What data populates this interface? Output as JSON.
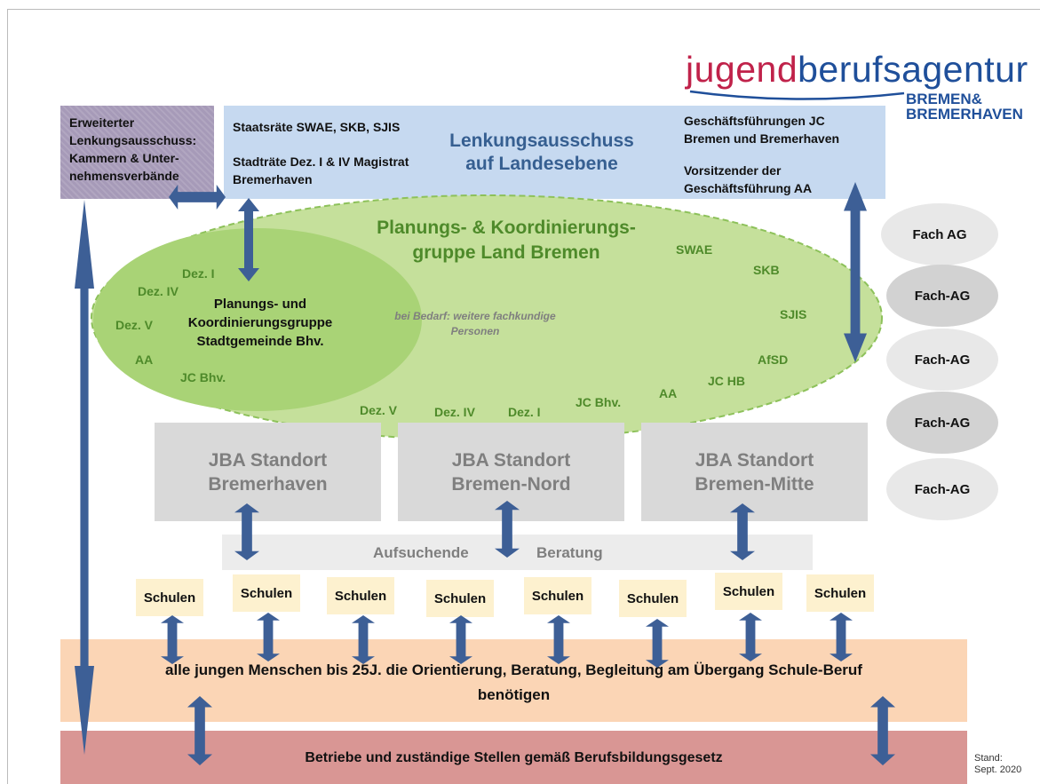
{
  "logo": {
    "part1": "jugend",
    "part2": "berufsagentur",
    "line1": "BREMEN&",
    "line2": "BREMERHAVEN"
  },
  "erweitert": {
    "line1": "Erweiterter",
    "line2": "Lenkungsausschuss:",
    "line3": "Kammern & Unter-",
    "line4": "nehmensverbände"
  },
  "lenkung": {
    "left1": "Staatsräte SWAE, SKB, SJIS",
    "left2": "Stadträte Dez. I & IV Magistrat",
    "left3": "Bremerhaven",
    "title1": "Lenkungsausschuss",
    "title2": "auf Landesebene",
    "right1": "Geschäftsführungen JC",
    "right2": "Bremen und Bremerhaven",
    "right3": "Vorsitzender der",
    "right4": "Geschäftsführung AA"
  },
  "planung": {
    "title1": "Planungs- & Koordinierungs-",
    "title2": "gruppe Land Bremen",
    "inner1": "Planungs- und",
    "inner2": "Koordinierungsgruppe",
    "inner3": "Stadtgemeinde Bhv.",
    "bedarf1": "bei Bedarf: weitere fachkundige",
    "bedarf2": "Personen",
    "bhv_labels": [
      "Dez. I",
      "Dez. IV",
      "Dez. V",
      "AA",
      "JC Bhv."
    ],
    "hb_labels": [
      "SWAE",
      "SKB",
      "SJIS",
      "AfSD",
      "JC HB",
      "AA",
      "JC Bhv.",
      "Dez. I",
      "Dez. IV",
      "Dez. V"
    ]
  },
  "fach_ag": [
    "Fach AG",
    "Fach-AG",
    "Fach-AG",
    "Fach-AG",
    "Fach-AG"
  ],
  "jba": [
    {
      "line1": "JBA Standort",
      "line2": "Bremerhaven"
    },
    {
      "line1": "JBA Standort",
      "line2": "Bremen-Nord"
    },
    {
      "line1": "JBA Standort",
      "line2": "Bremen-Mitte"
    }
  ],
  "aufsuchende": {
    "word1": "Aufsuchende",
    "word2": "Beratung"
  },
  "schulen": [
    "Schulen",
    "Schulen",
    "Schulen",
    "Schulen",
    "Schulen",
    "Schulen",
    "Schulen",
    "Schulen"
  ],
  "junge": {
    "line1": "alle jungen Menschen bis 25J. die Orientierung, Beratung, Begleitung am Übergang Schule-Beruf",
    "line2": "benötigen"
  },
  "betriebe": "Betriebe und zuständige Stellen gemäß Berufsbildungsgesetz",
  "stand": {
    "line1": "Stand:",
    "line2": "Sept. 2020"
  },
  "colors": {
    "arrow": "#3d5f96",
    "lenkung_bg": "#c6d9f0",
    "planung_green": "#c5e09b",
    "bhv_green": "#a9d376",
    "peach": "#fbd5b5",
    "red": "#d99694",
    "logo_red": "#c0224a",
    "logo_blue": "#1f4f9a"
  }
}
